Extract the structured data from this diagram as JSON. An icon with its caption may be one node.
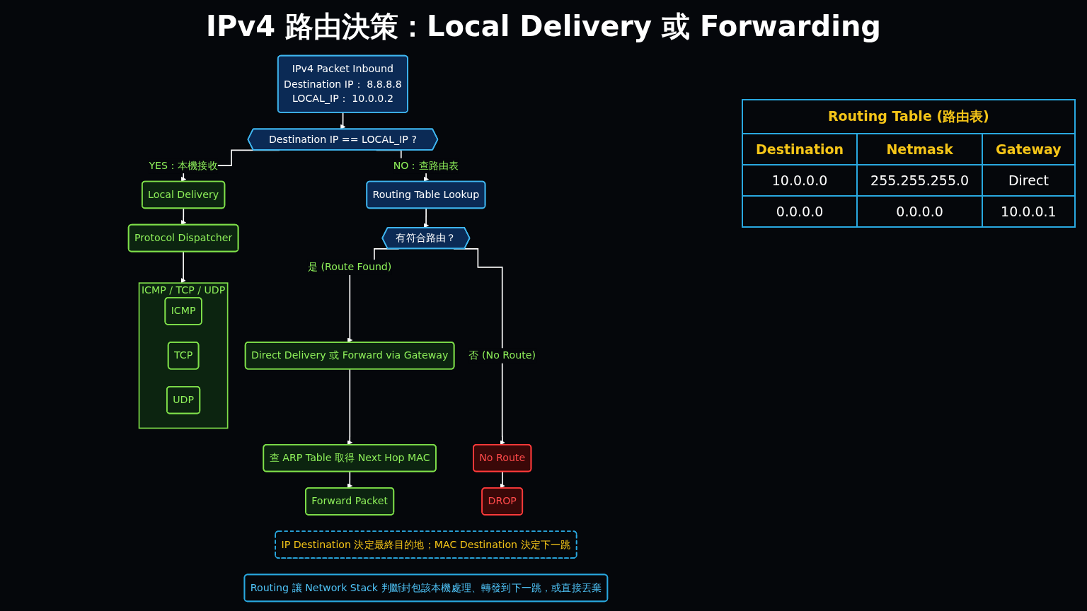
{
  "diagram": {
    "title": "IPv4 路由決策：Local Delivery 或 Forwarding",
    "nodes": [
      {
        "text": [
          "IPv4 Packet Inbound",
          "Destination IP： 8.8.8.8",
          "LOCAL_IP： 10.0.0.2"
        ]
      },
      {
        "text": [
          "Destination IP == LOCAL_IP ?"
        ]
      },
      {
        "text": [
          "Local Delivery"
        ]
      },
      {
        "text": [
          "Protocol Dispatcher"
        ]
      },
      {
        "text": [
          "ICMP / TCP / UDP"
        ]
      },
      {
        "text": [
          "ICMP"
        ],
        "in": 4
      },
      {
        "text": [
          "TCP"
        ],
        "in": 4
      },
      {
        "text": [
          "UDP"
        ],
        "in": 4
      },
      {
        "text": [
          "Routing Table Lookup"
        ]
      },
      {
        "text": [
          "有符合路由？"
        ]
      },
      {
        "text": [
          "Direct Delivery 或 Forward via Gateway"
        ]
      },
      {
        "text": [
          "查 ARP Table 取得 Next Hop MAC"
        ]
      },
      {
        "text": [
          "Forward Packet"
        ]
      },
      {
        "text": [
          "No Route"
        ]
      },
      {
        "text": [
          "DROP"
        ]
      },
      {
        "text": [
          "IP Destination 決定最終目的地；MAC Destination 決定下一跳"
        ]
      },
      {
        "text": [
          "Routing 讓 Network Stack 判斷封包該本機處理、轉發到下一跳，或直接丟棄"
        ]
      }
    ],
    "edges": [
      {
        "from": 0,
        "to": 1,
        "arrow": "to"
      },
      {
        "from": 1,
        "to": 2,
        "arrow": "to",
        "label": "YES：本機接收"
      },
      {
        "from": 1,
        "to": 8,
        "arrow": "to",
        "label": "NO：查路由表"
      },
      {
        "from": 2,
        "to": 3,
        "arrow": "to"
      },
      {
        "from": 3,
        "to": 4,
        "arrow": "to"
      },
      {
        "from": 8,
        "to": 9,
        "arrow": "to"
      },
      {
        "from": 9,
        "to": 10,
        "arrow": "to",
        "label": "是 (Route Found)"
      },
      {
        "from": 9,
        "to": 13,
        "arrow": "to",
        "label": "否 (No Route)"
      },
      {
        "from": 10,
        "to": 11,
        "arrow": "to"
      },
      {
        "from": 11,
        "to": 12,
        "arrow": "to"
      },
      {
        "from": 13,
        "to": 14,
        "arrow": "to"
      }
    ],
    "labels": [
      "Routing Table (路由表)",
      "Destination",
      "Netmask",
      "Gateway",
      "10.0.0.0",
      "255.255.255.0",
      "Direct",
      "0.0.0.0",
      "0.0.0.0",
      "10.0.0.1"
    ]
  }
}
